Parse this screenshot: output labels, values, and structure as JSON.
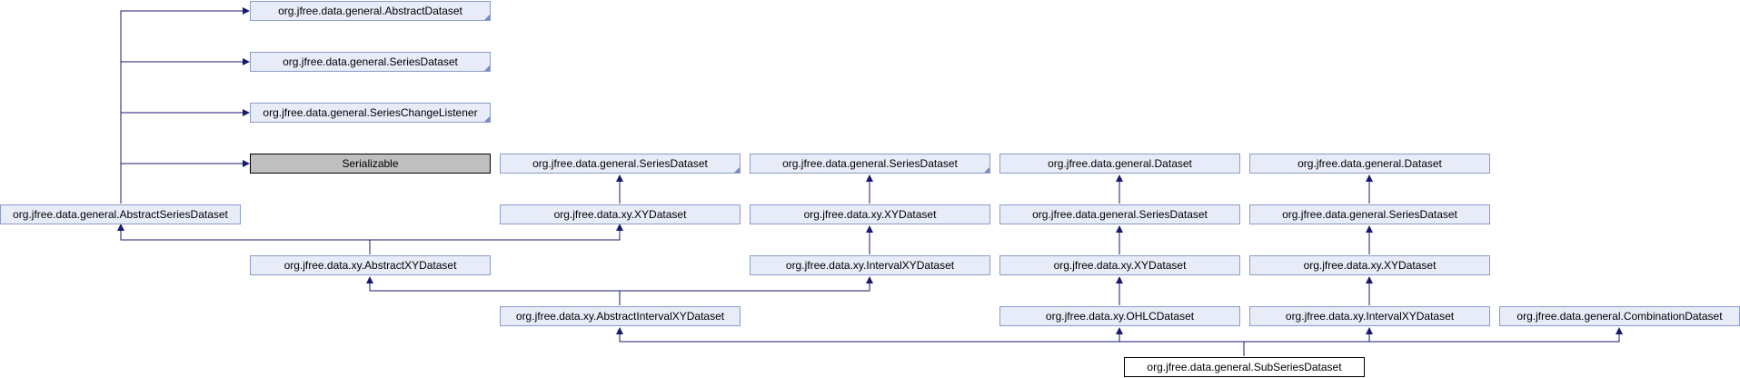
{
  "nodes": {
    "abstract_dataset": "org.jfree.data.general.AbstractDataset",
    "series_dataset_top": "org.jfree.data.general.SeriesDataset",
    "series_change_listener": "org.jfree.data.general.SeriesChangeListener",
    "serializable": "Serializable",
    "abstract_series_dataset": "org.jfree.data.general.AbstractSeriesDataset",
    "series_dataset_a": "org.jfree.data.general.SeriesDataset",
    "xy_dataset_a": "org.jfree.data.xy.XYDataset",
    "abstract_xy_dataset": "org.jfree.data.xy.AbstractXYDataset",
    "series_dataset_b": "org.jfree.data.general.SeriesDataset",
    "xy_dataset_b": "org.jfree.data.xy.XYDataset",
    "interval_xy_dataset_b": "org.jfree.data.xy.IntervalXYDataset",
    "abstract_interval_xy_dataset": "org.jfree.data.xy.AbstractIntervalXYDataset",
    "dataset_c": "org.jfree.data.general.Dataset",
    "series_dataset_c": "org.jfree.data.general.SeriesDataset",
    "xy_dataset_c": "org.jfree.data.xy.XYDataset",
    "ohlc_dataset": "org.jfree.data.xy.OHLCDataset",
    "dataset_d": "org.jfree.data.general.Dataset",
    "series_dataset_d": "org.jfree.data.general.SeriesDataset",
    "xy_dataset_d": "org.jfree.data.xy.XYDataset",
    "interval_xy_dataset_d": "org.jfree.data.xy.IntervalXYDataset",
    "combination_dataset": "org.jfree.data.general.CombinationDataset",
    "sub_series_dataset": "org.jfree.data.general.SubSeriesDataset"
  },
  "colors": {
    "edge": "#191970",
    "node_fill": "#e8ecf8",
    "node_border": "#8c9cc8",
    "highlight_fill": "#bfbfbf",
    "focus_fill": "#ffffff"
  }
}
